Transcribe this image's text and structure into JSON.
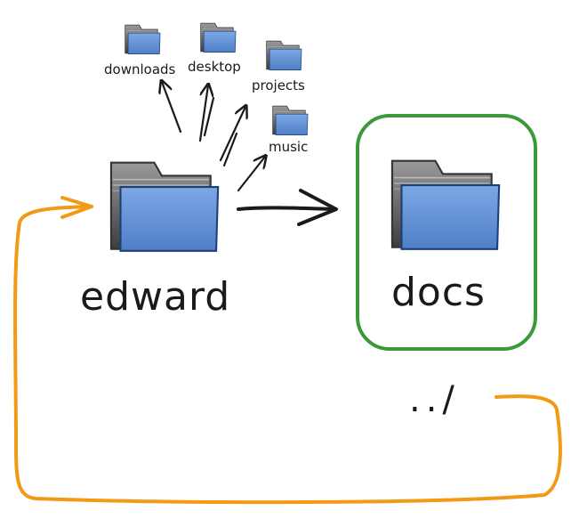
{
  "colors": {
    "folder_blue": "#5b8fd6",
    "folder_gray": "#6e6e6e",
    "highlight_green": "#3a9a3a",
    "loop_orange": "#f29a16",
    "ink": "#1a1a1a"
  },
  "icons": {
    "folder": "folder-icon"
  },
  "folders": {
    "main": "edward",
    "target": "docs",
    "subfolders": [
      "downloads",
      "desktop",
      "projects",
      "music"
    ]
  },
  "parent_path": "../"
}
